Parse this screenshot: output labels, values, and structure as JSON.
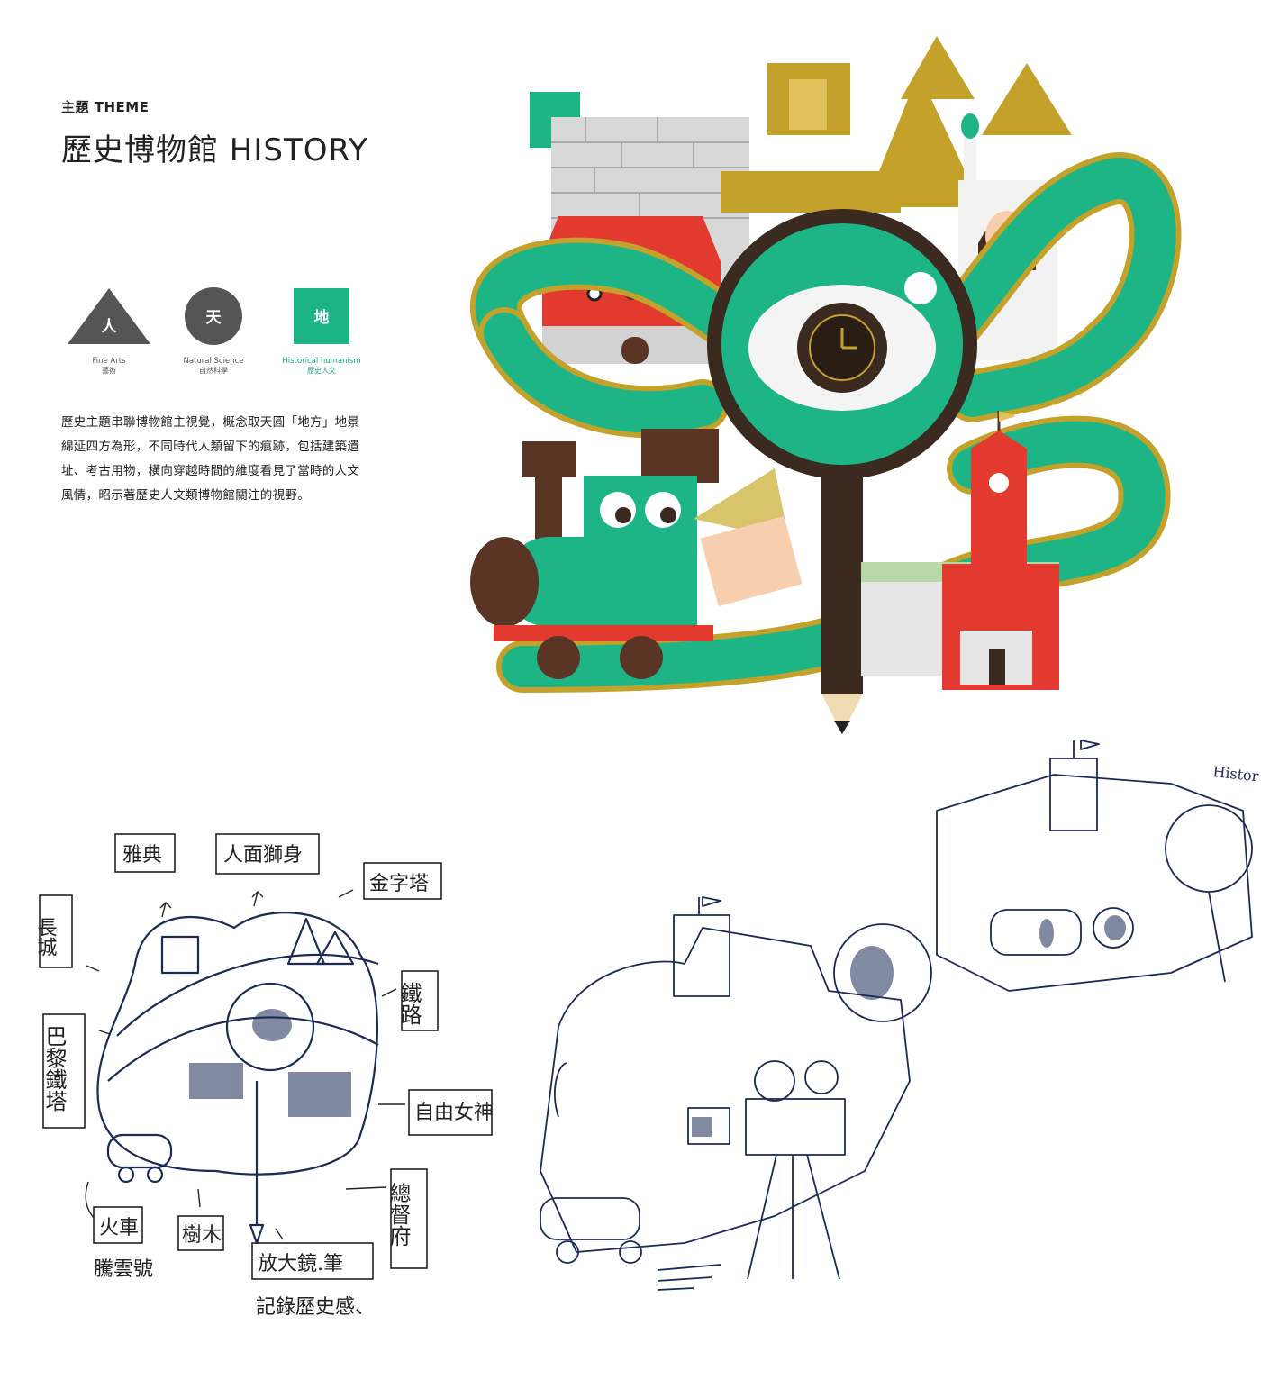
{
  "header": {
    "kicker": "主題 THEME",
    "title": "歷史博物館 HISTORY"
  },
  "themes": [
    {
      "glyph": "人",
      "label_en": "Fine Arts",
      "label_zh": "藝術",
      "shape": "triangle",
      "color": "#555555"
    },
    {
      "glyph": "天",
      "label_en": "Natural Science",
      "label_zh": "自然科學",
      "shape": "circle",
      "color": "#555555"
    },
    {
      "glyph": "地",
      "label_en": "Historical humanism",
      "label_zh": "歷史人文",
      "shape": "square",
      "color": "#1db585",
      "active": true
    }
  ],
  "description": [
    "歷史主題串聯博物館主視覺，概念取天圓「地方」地景",
    "綿延四方為形，不同時代人類留下的痕跡，包括建築遺",
    "址、考古用物，橫向穿越時間的維度看見了當時的人文",
    "風情，昭示著歷史人文類博物館關注的視野。"
  ],
  "sketch_labels": {
    "athens": "雅典",
    "sphinx": "人面獅身",
    "pyramid": "金字塔",
    "great_wall": "長城",
    "eiffel": "巴黎鐵塔",
    "railway": "鐵路",
    "liberty": "自由女神",
    "train_a": "火車",
    "train_b": "騰雲號",
    "tree": "樹木",
    "magnifier_a": "放大鏡.筆",
    "magnifier_b": "記錄歷史感、",
    "governor": "總督府",
    "history_scribble": "Histor"
  },
  "colors": {
    "green": "#1db585",
    "gold": "#c4a12a",
    "red": "#e23a2e",
    "brown": "#5a3424",
    "gray": "#d6d6d6",
    "ink": "#1c2a55"
  }
}
